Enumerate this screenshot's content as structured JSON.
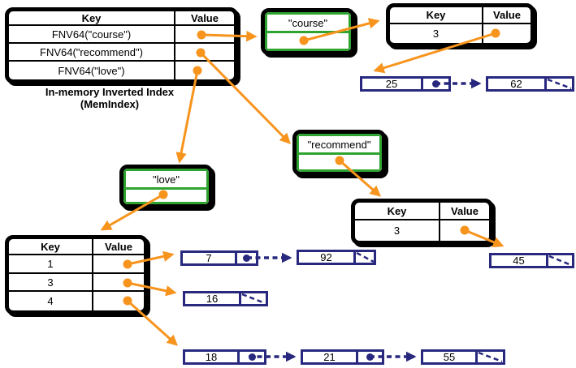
{
  "colors": {
    "orange": "#F7941D",
    "green": "#2FA32F",
    "navy": "#28287E",
    "black": "#000000"
  },
  "memindex": {
    "header": {
      "key": "Key",
      "value": "Value"
    },
    "rows": [
      "FNV64(\"course\")",
      "FNV64(\"recommend\")",
      "FNV64(\"love\")"
    ],
    "caption_line1": "In-memory Inverted Index",
    "caption_line2": "(MemIndex)"
  },
  "buckets": {
    "course": "\"course\"",
    "recommend": "\"recommend\"",
    "love": "\"love\""
  },
  "postings_tables": {
    "course": {
      "header": {
        "key": "Key",
        "value": "Value"
      },
      "rows": [
        "3"
      ]
    },
    "recommend": {
      "header": {
        "key": "Key",
        "value": "Value"
      },
      "rows": [
        "3"
      ]
    },
    "love": {
      "header": {
        "key": "Key",
        "value": "Value"
      },
      "rows": [
        "1",
        "3",
        "4"
      ]
    }
  },
  "lists": {
    "course_doc3": [
      "25",
      "62"
    ],
    "recommend_doc3": [
      "45"
    ],
    "love_doc1": [
      "7",
      "92"
    ],
    "love_doc3": [
      "16"
    ],
    "love_doc4": [
      "18",
      "21",
      "55"
    ]
  }
}
